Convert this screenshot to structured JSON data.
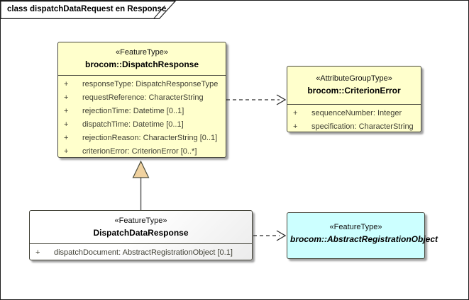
{
  "diagram": {
    "title": "class dispatchDataRequest en Response"
  },
  "colors": {
    "class_fill": "#FFFFCC",
    "cyan_fill": "#CCFFFF",
    "border": "#45453A",
    "attribute_text": "#3F3F33",
    "generalization_fill": "#F0D2A0",
    "connector": "#2B2B2B"
  },
  "classes": {
    "dispatch_response": {
      "stereotype": "«FeatureType»",
      "name": "brocom::DispatchResponse",
      "attributes": [
        {
          "vis": "+",
          "text": "responseType: DispatchResponseType"
        },
        {
          "vis": "+",
          "text": "requestReference: CharacterString"
        },
        {
          "vis": "+",
          "text": "rejectionTime: Datetime [0..1]"
        },
        {
          "vis": "+",
          "text": "dispatchTime: Datetime [0..1]"
        },
        {
          "vis": "+",
          "text": "rejectionReason: CharacterString [0..1]"
        },
        {
          "vis": "+",
          "text": "criterionError: CriterionError [0..*]"
        }
      ]
    },
    "criterion_error": {
      "stereotype": "«AttributeGroupType»",
      "name": "brocom::CriterionError",
      "attributes": [
        {
          "vis": "+",
          "text": "sequenceNumber: Integer"
        },
        {
          "vis": "+",
          "text": "specification: CharacterString"
        }
      ]
    },
    "dispatch_data_response": {
      "stereotype": "«FeatureType»",
      "name": "DispatchDataResponse",
      "attributes": [
        {
          "vis": "+",
          "text": "dispatchDocument: AbstractRegistrationObject [0.1]"
        }
      ]
    },
    "abstract_registration_object": {
      "stereotype": "«FeatureType»",
      "name": "brocom::AbstractRegistrationObject"
    }
  }
}
